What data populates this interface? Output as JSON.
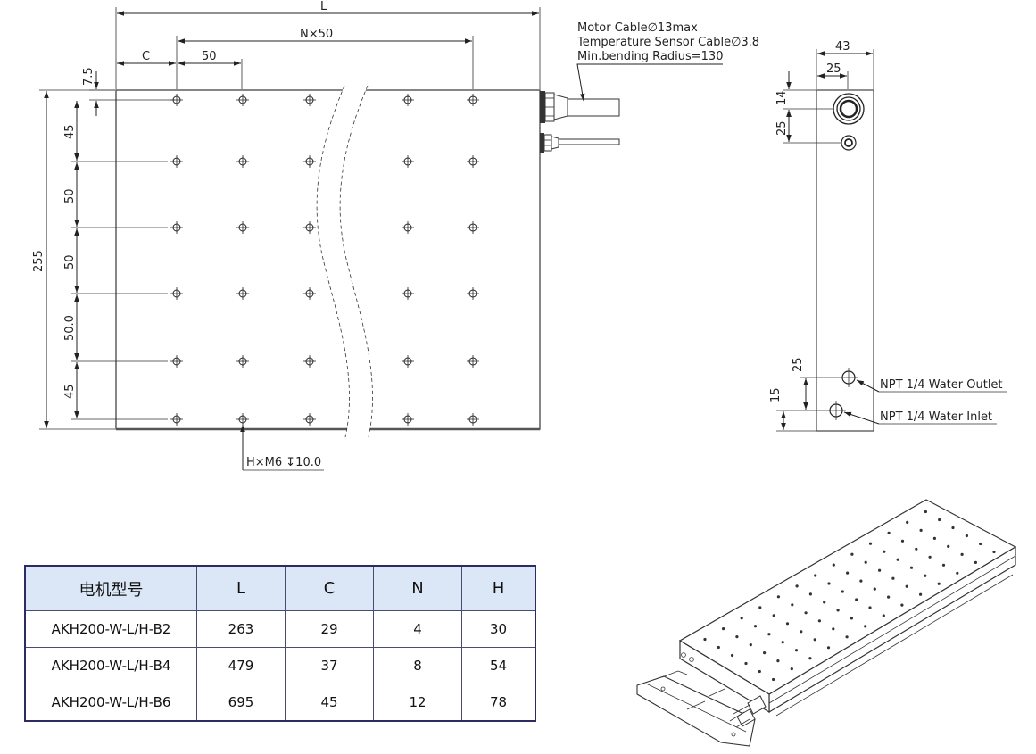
{
  "front_view": {
    "dim_L": "L",
    "dim_Nx50": "N×50",
    "dim_C": "C",
    "dim_50": "50",
    "dim_7_5": "7.5",
    "dim_255": "255",
    "row_dims": [
      "45",
      "50",
      "50",
      "50.0",
      "45"
    ],
    "hole_callout": "H×M6 ↧10.0"
  },
  "cable_note": {
    "lines": [
      "Motor Cable∅13max",
      "Temperature Sensor Cable∅3.8",
      "Min.bending Radius=130"
    ]
  },
  "side_view": {
    "dim_43": "43",
    "dim_25_top": "25",
    "dim_14": "14",
    "dim_25_v": "25",
    "dim_25_bottom": "25",
    "dim_15": "15",
    "water_outlet": "NPT 1/4 Water Outlet",
    "water_inlet": "NPT 1/4 Water Inlet"
  },
  "table": {
    "headers": [
      "电机型号",
      "L",
      "C",
      "N",
      "H"
    ],
    "rows": [
      [
        "AKH200-W-L/H-B2",
        "263",
        "29",
        "4",
        "30"
      ],
      [
        "AKH200-W-L/H-B4",
        "479",
        "37",
        "8",
        "54"
      ],
      [
        "AKH200-W-L/H-B6",
        "695",
        "45",
        "12",
        "78"
      ]
    ]
  }
}
